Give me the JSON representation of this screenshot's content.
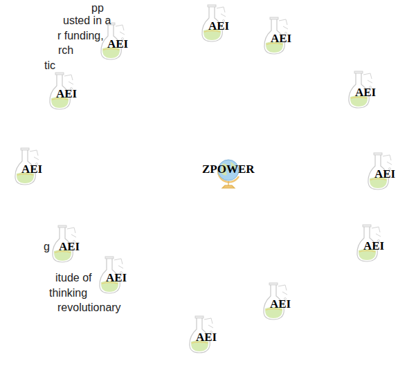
{
  "diagram": {
    "nodes": [
      {
        "text": [
          "AEI"
        ]
      },
      {
        "text": [
          "AEI"
        ]
      },
      {
        "text": [
          "AEI"
        ]
      },
      {
        "text": [
          "AEI"
        ]
      },
      {
        "text": [
          "AEI"
        ]
      },
      {
        "text": [
          "ZPOWER"
        ]
      },
      {
        "text": [
          "AEI"
        ]
      },
      {
        "text": [
          "AEI"
        ]
      },
      {
        "text": [
          "AEI"
        ]
      },
      {
        "text": [
          "AEI"
        ]
      },
      {
        "text": [
          "AEI"
        ]
      },
      {
        "text": [
          "AEI"
        ]
      },
      {
        "text": [
          "AEI"
        ]
      }
    ],
    "labels": [
      "pp",
      "usted in a",
      "r funding,",
      "rch",
      "tic",
      "g",
      "itude of",
      "thinking",
      "revolutionary"
    ]
  }
}
